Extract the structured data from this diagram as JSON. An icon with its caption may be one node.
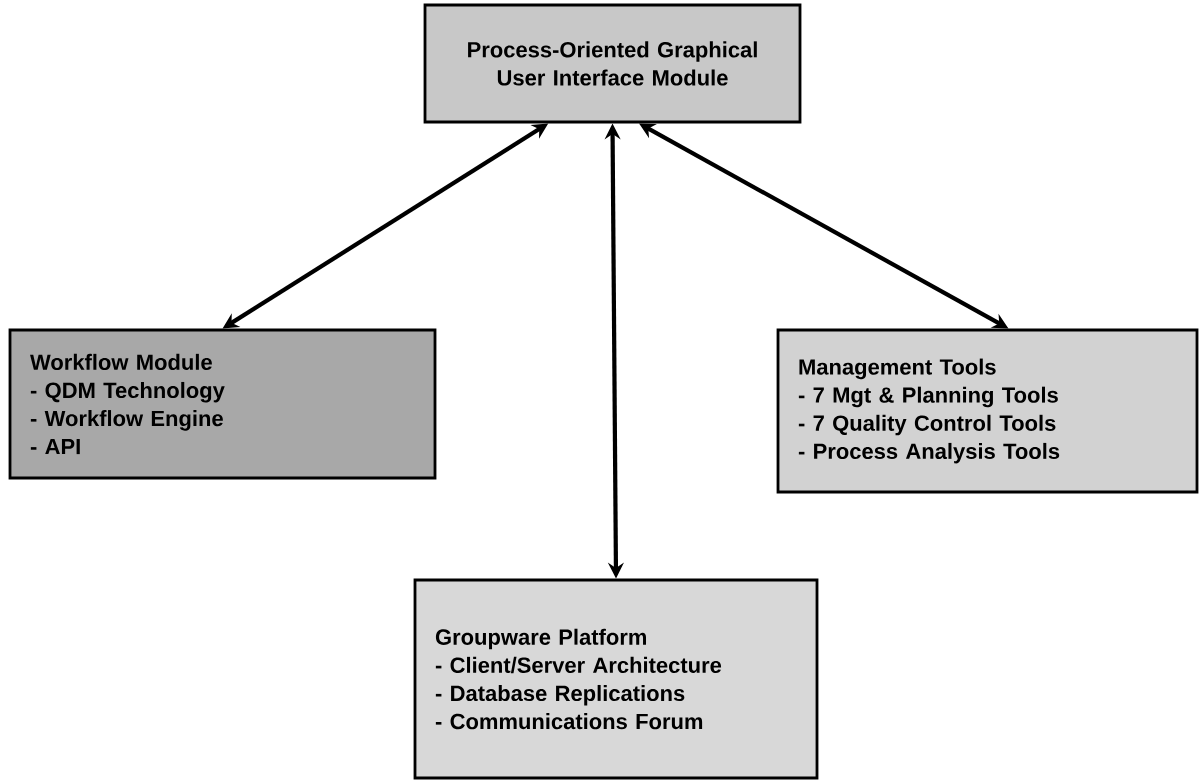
{
  "diagram": {
    "nodes": [
      {
        "text": [
          "Process-Oriented Graphical User Interface Module"
        ]
      },
      {
        "text": [
          "Workflow Module",
          "- QDM Technology",
          "- Workflow Engine",
          "- API"
        ]
      },
      {
        "text": [
          "Management Tools",
          "- 7 Mgt & Planning Tools",
          "- 7 Quality Control Tools",
          "- Process Analysis Tools"
        ]
      },
      {
        "text": [
          "Groupware Platform",
          "- Client/Server Architecture",
          "- Database Replications",
          "- Communications Forum"
        ]
      }
    ],
    "edges": [
      {
        "from": 0,
        "to": 1,
        "arrow": "both"
      },
      {
        "from": 0,
        "to": 3,
        "arrow": "both"
      },
      {
        "from": 0,
        "to": 2,
        "arrow": "both"
      }
    ]
  }
}
